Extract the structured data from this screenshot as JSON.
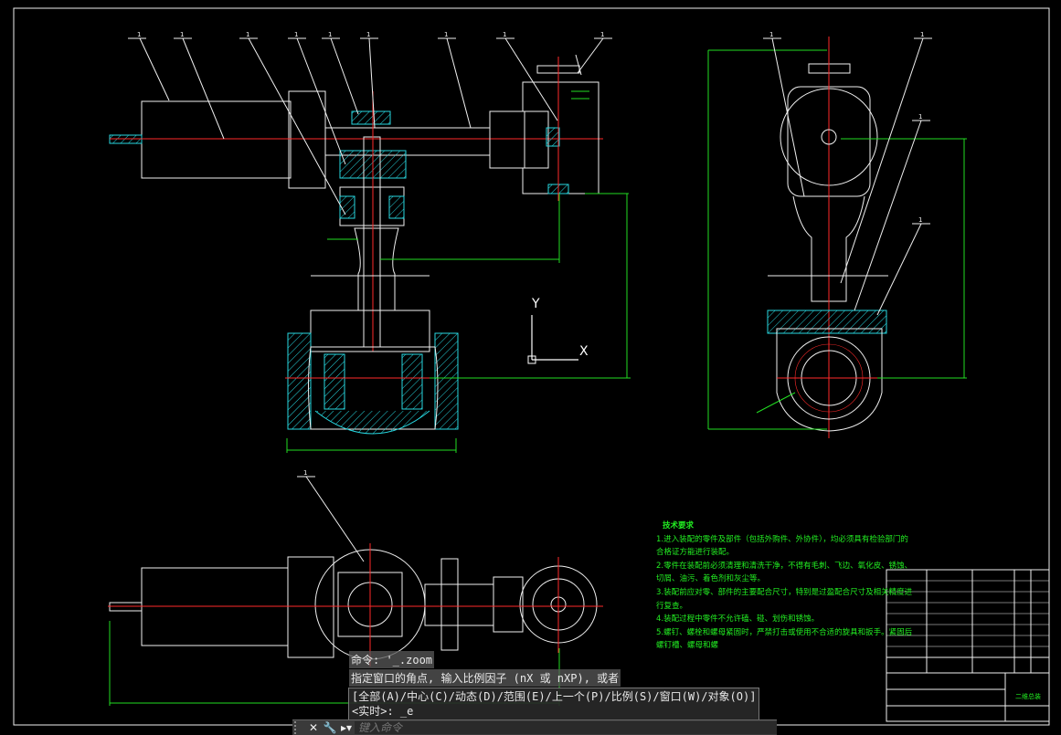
{
  "drawing": {
    "balloon_label": "1"
  },
  "ucs": {
    "x_label": "X",
    "y_label": "Y"
  },
  "tech_notes": {
    "title": "技术要求",
    "lines": [
      "1.进入装配的零件及部件（包括外购件、外协件），均必须具有检验部门的",
      "合格证方能进行装配。",
      "2.零件在装配前必须清理和清洗干净，不得有毛刺、飞边、氧化皮、锈蚀、",
      "切屑、油污、着色剂和灰尘等。",
      "3.装配前应对零、部件的主要配合尺寸，特别是过盈配合尺寸及相关精度进",
      "行复查。",
      "4.装配过程中零件不允许磕、碰、划伤和锈蚀。",
      "5.螺钉、螺栓和螺母紧固时，严禁打击或使用不合适的旋具和扳手。紧固后",
      "螺钉槽、螺母和螺"
    ]
  },
  "title_block": {
    "drawing_name": "二维总装"
  },
  "command_line": {
    "history": [
      "命令: '_.zoom",
      "指定窗口的角点, 输入比例因子 (nX 或 nXP), 或者"
    ],
    "options": "[全部(A)/中心(C)/动态(D)/范围(E)/上一个(P)/比例(S)/窗口(W)/对象(O)]",
    "prompt": "<实时>: _e",
    "input_placeholder": "键入命令"
  },
  "colors": {
    "background": "#000000",
    "outline": "#f0f0f0",
    "centerline": "#ff2a2a",
    "dimension": "#22dd22",
    "hatch": "#27d7e0"
  }
}
